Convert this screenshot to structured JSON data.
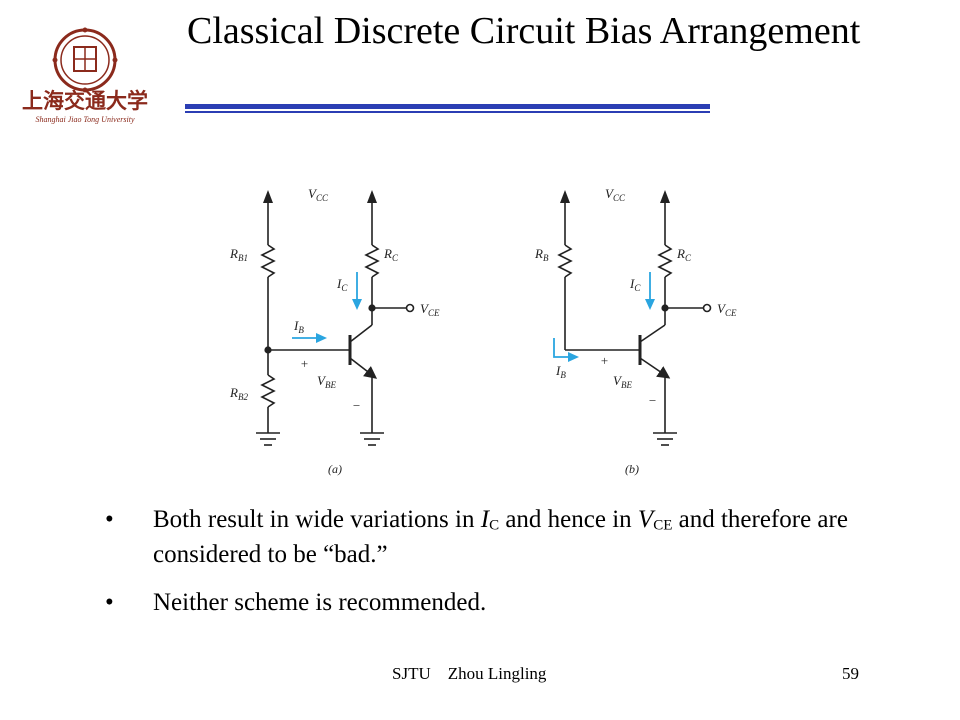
{
  "slide": {
    "title": "Classical Discrete Circuit Bias Arrangement",
    "footer": "SJTU    Zhou Lingling",
    "page_number": "59"
  },
  "logo": {
    "text": "上海交通大学",
    "subtext": "Shanghai Jiao Tong University"
  },
  "colors": {
    "title_rule": "#2b3eb4",
    "current_arrow": "#2aa5e0",
    "circuit": "#222222"
  },
  "circuit_a": {
    "caption": "(a)",
    "vcc": "V",
    "vcc_sub": "CC",
    "rb1": "R",
    "rb1_sub": "B1",
    "rb2": "R",
    "rb2_sub": "B2",
    "rc": "R",
    "rc_sub": "C",
    "ic": "I",
    "ic_sub": "C",
    "ib": "I",
    "ib_sub": "B",
    "vce": "V",
    "vce_sub": "CE",
    "vbe": "V",
    "vbe_sub": "BE",
    "plus": "+",
    "minus": "−"
  },
  "circuit_b": {
    "caption": "(b)",
    "vcc": "V",
    "vcc_sub": "CC",
    "rb": "R",
    "rb_sub": "B",
    "rc": "R",
    "rc_sub": "C",
    "ic": "I",
    "ic_sub": "C",
    "ib": "I",
    "ib_sub": "B",
    "vce": "V",
    "vce_sub": "CE",
    "vbe": "V",
    "vbe_sub": "BE",
    "plus": "+",
    "minus": "−"
  },
  "bullets": [
    {
      "symbol": "•",
      "p1": "Both result in wide variations in ",
      "i1": "I",
      "s1": "C",
      "p2": " and hence in ",
      "i2": "V",
      "s2": "CE",
      "p3": " and therefore are considered to be “bad.”"
    },
    {
      "symbol": "•",
      "text": "Neither scheme is recommended."
    }
  ]
}
